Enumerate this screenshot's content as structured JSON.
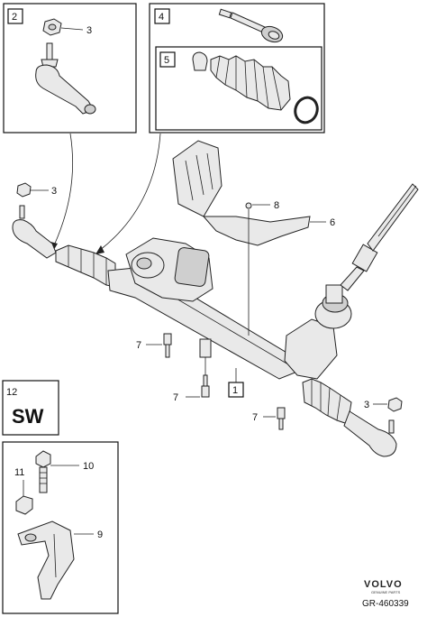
{
  "boxes": {
    "box2": "2",
    "box4": "4",
    "box5": "5",
    "box12": "12",
    "box1": "1"
  },
  "callouts": {
    "c3_top": "3",
    "c3_left": "3",
    "c3_right": "3",
    "c8": "8",
    "c6": "6",
    "c7_a": "7",
    "c7_b": "7",
    "c7_c": "7",
    "c10": "10",
    "c11": "11",
    "c9": "9"
  },
  "sw_label": "SW",
  "brand": {
    "name": "VOLVO",
    "tagline": "GENUINE PARTS"
  },
  "reference": "GR-460339"
}
